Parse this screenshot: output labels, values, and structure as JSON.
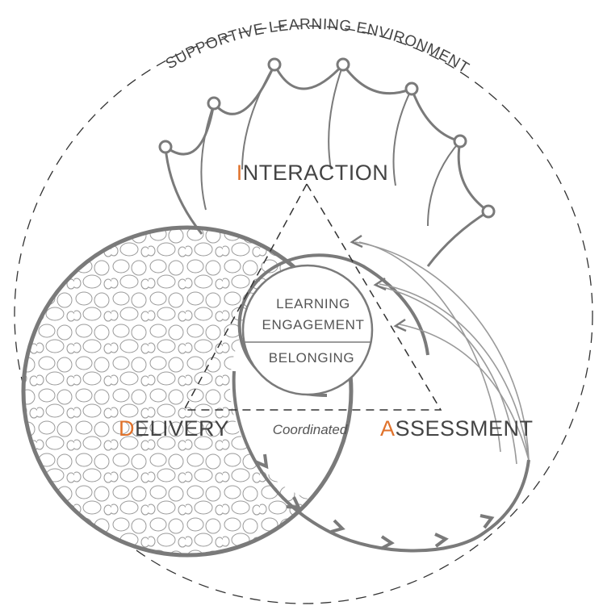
{
  "environment_label": "SUPPORTIVE LEARNING ENVIRONMENT",
  "interaction": {
    "initial": "I",
    "rest": "NTERACTION"
  },
  "delivery": {
    "initial": "D",
    "rest": "ELIVERY"
  },
  "assessment": {
    "initial": "A",
    "rest": "SSESSMENT"
  },
  "center": {
    "line1": "LEARNING",
    "line2": "ENGAGEMENT",
    "line3": "BELONGING"
  },
  "coordinated": "Coordinated",
  "colors": {
    "accent": "#e0722b",
    "stroke": "#8a8a8a",
    "text": "#444444"
  }
}
